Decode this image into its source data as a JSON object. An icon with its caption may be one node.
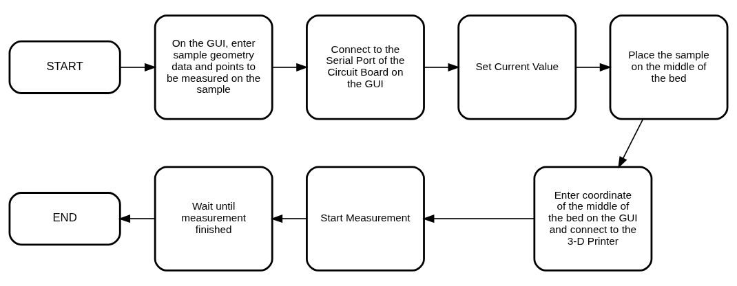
{
  "diagram": {
    "nodes": [
      {
        "text": [
          "START"
        ]
      },
      {
        "text": [
          "On the GUI, enter sample geometry data and points to be measured on the sample"
        ]
      },
      {
        "text": [
          "Connect to the Serial Port of the Circuit Board on the GUI"
        ]
      },
      {
        "text": [
          "Set Current Value"
        ]
      },
      {
        "text": [
          "Place the sample on the middle of the bed"
        ]
      },
      {
        "text": [
          "Enter coordinate of the middle of the bed on the GUI and connect to the 3-D Printer"
        ]
      },
      {
        "text": [
          "Start Measurement"
        ]
      },
      {
        "text": [
          "Wait until measurement finished"
        ]
      },
      {
        "text": [
          "END"
        ]
      }
    ],
    "edges": [
      {
        "from": 0,
        "to": 1,
        "arrow": "to"
      },
      {
        "from": 1,
        "to": 2,
        "arrow": "to"
      },
      {
        "from": 2,
        "to": 3,
        "arrow": "to"
      },
      {
        "from": 3,
        "to": 4,
        "arrow": "to"
      },
      {
        "from": 4,
        "to": 5,
        "arrow": "to"
      },
      {
        "from": 5,
        "to": 6,
        "arrow": "to"
      },
      {
        "from": 6,
        "to": 7,
        "arrow": "to"
      },
      {
        "from": 7,
        "to": 8,
        "arrow": "to"
      }
    ]
  }
}
